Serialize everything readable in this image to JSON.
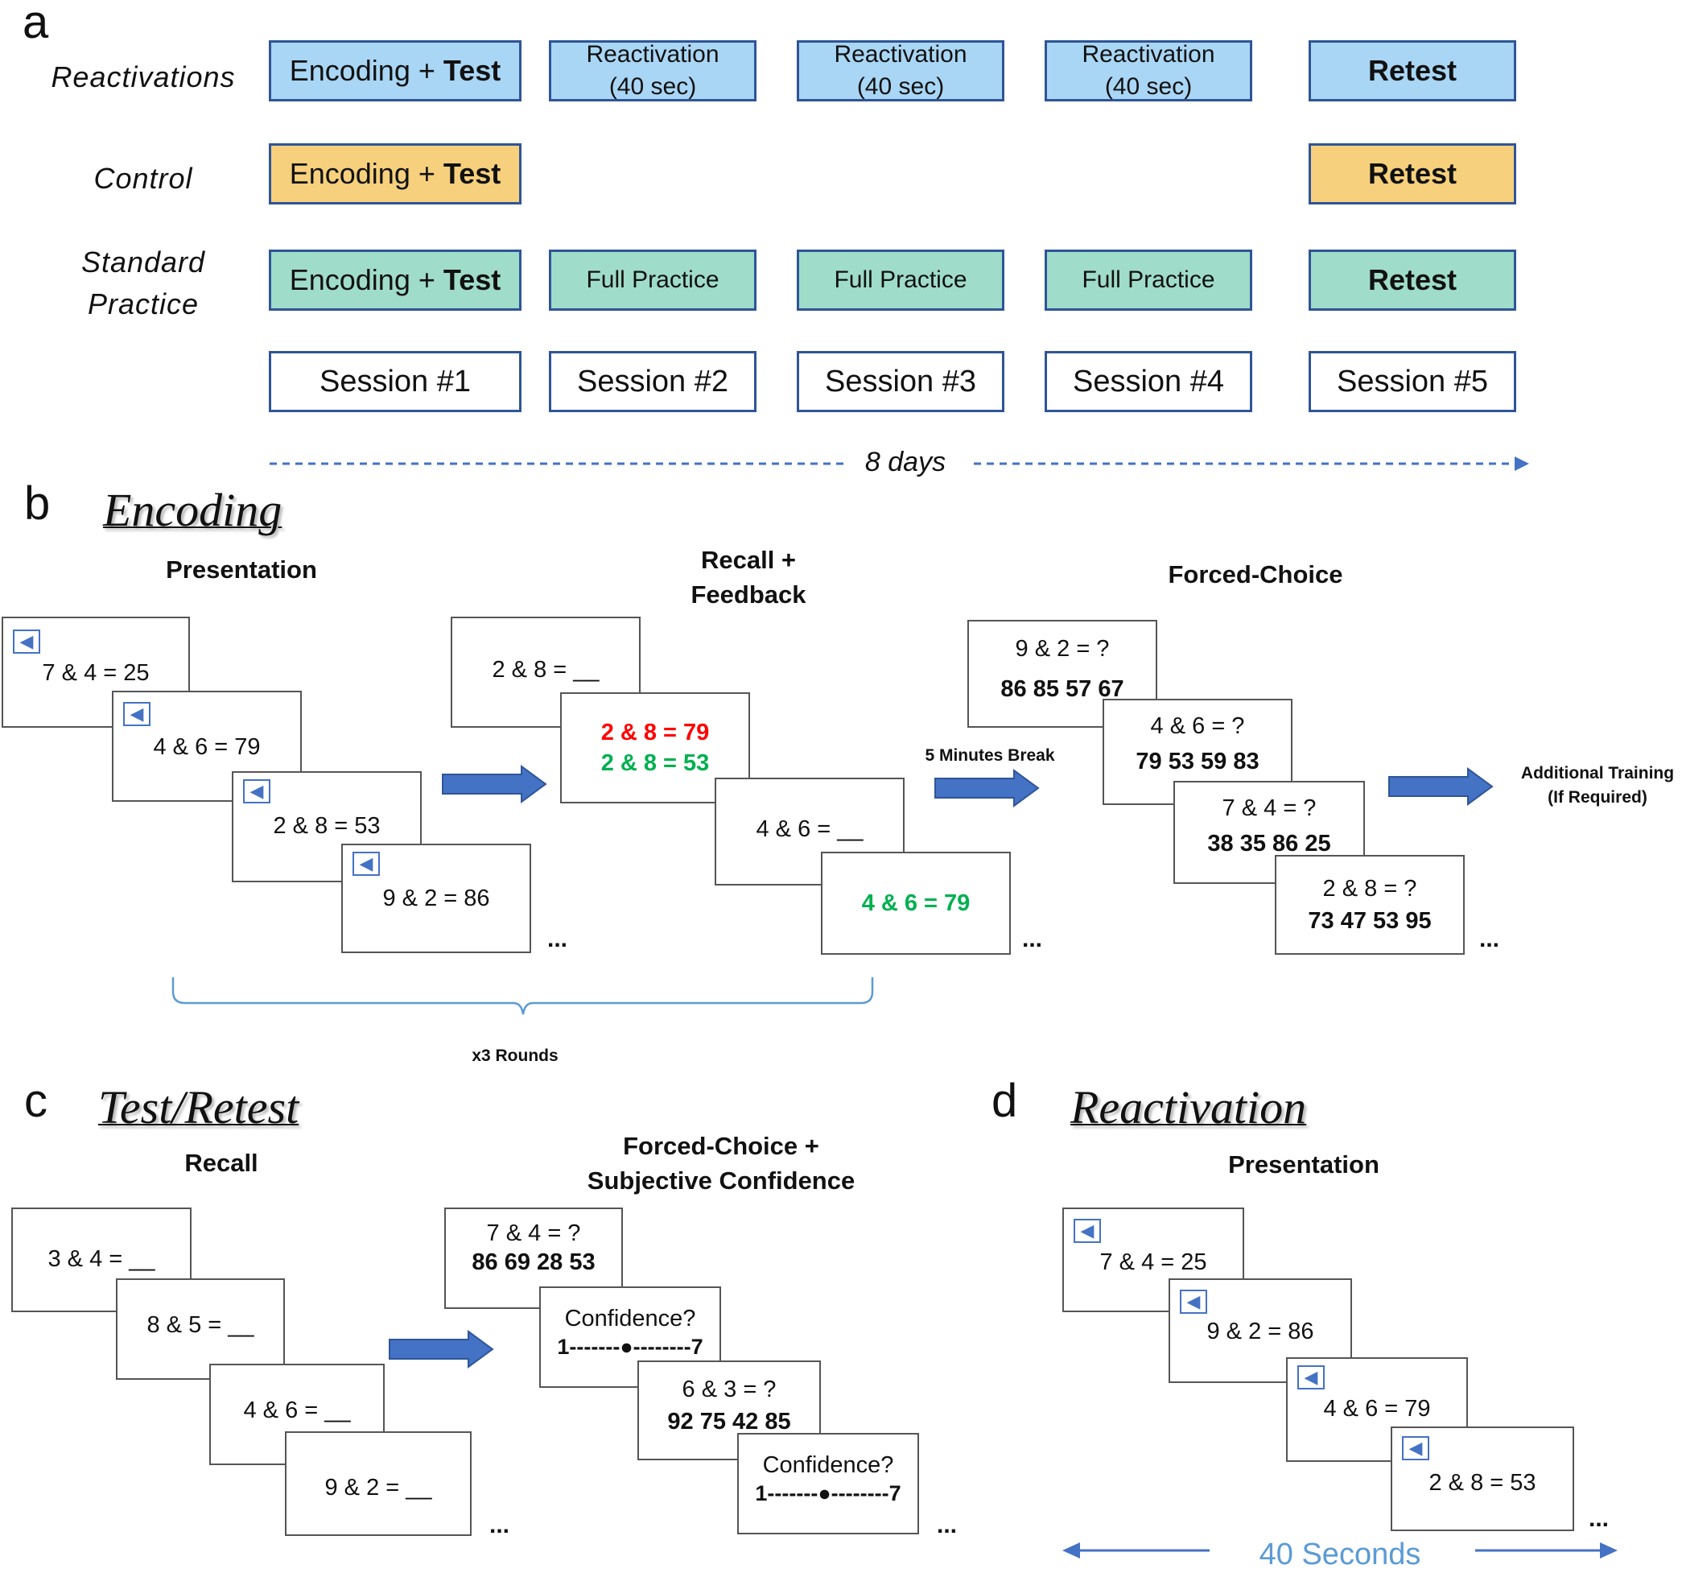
{
  "panel_a": {
    "letter": "a",
    "rows": [
      {
        "label_lines": [
          "Reactivations"
        ],
        "color": "#a9d6f5",
        "boxes": [
          {
            "lines": [
              [
                "Encoding + ",
                "Test"
              ]
            ]
          },
          {
            "lines": [
              [
                "Reactivation"
              ],
              [
                "(40 sec)"
              ]
            ]
          },
          {
            "lines": [
              [
                "Reactivation"
              ],
              [
                "(40 sec)"
              ]
            ]
          },
          {
            "lines": [
              [
                "Reactivation"
              ],
              [
                "(40 sec)"
              ]
            ]
          },
          {
            "lines": [
              [
                "",
                "Retest"
              ]
            ]
          }
        ]
      },
      {
        "label_lines": [
          "Control"
        ],
        "color": "#f6d07c",
        "boxes": [
          {
            "lines": [
              [
                "Encoding + ",
                "Test"
              ]
            ]
          },
          null,
          null,
          null,
          {
            "lines": [
              [
                "",
                "Retest"
              ]
            ]
          }
        ]
      },
      {
        "label_lines": [
          "Standard",
          "Practice"
        ],
        "color": "#9fdcc9",
        "boxes": [
          {
            "lines": [
              [
                "Encoding + ",
                "Test"
              ]
            ]
          },
          {
            "lines": [
              [
                "Full Practice"
              ]
            ]
          },
          {
            "lines": [
              [
                "Full Practice"
              ]
            ]
          },
          {
            "lines": [
              [
                "Full Practice"
              ]
            ]
          },
          {
            "lines": [
              [
                "",
                "Retest"
              ]
            ]
          }
        ]
      }
    ],
    "sessions": [
      "Session #1",
      "Session #2",
      "Session #3",
      "Session #4",
      "Session #5"
    ],
    "timeline_label": "8 days",
    "border_color": "#2f5597",
    "arrow_color": "#4472c4"
  },
  "panel_b": {
    "letter": "b",
    "title": "Encoding",
    "presentation_heading": "Presentation",
    "recall_heading_lines": [
      "Recall +",
      "Feedback"
    ],
    "forced_heading": "Forced-Choice",
    "presentation_cards": [
      "7 & 4 = 25",
      "4 & 6 = 79",
      "2 & 8 = 53",
      "9 & 2 = 86"
    ],
    "recall_cards": {
      "q1": "2 & 8 = __",
      "wrong": "2 & 8 = 79",
      "correct": "2 & 8 = 53",
      "q2": "4 & 6 = __",
      "correct2": "4 & 6 = 79"
    },
    "break_label": "5 Minutes Break",
    "forced_cards": [
      {
        "q": "9 & 2 = ?",
        "options": "86  85  57  67"
      },
      {
        "q": "4 & 6 = ?",
        "options": "79  53  59  83"
      },
      {
        "q": "7 & 4 = ?",
        "options": "38  35  86  25"
      },
      {
        "q": "2 & 8 = ?",
        "options": "73  47  53  95"
      }
    ],
    "additional_lines": [
      "Additional Training",
      "(If Required)"
    ],
    "rounds_label": "x3 Rounds",
    "ellipsis": "..."
  },
  "panel_c": {
    "letter": "c",
    "title": "Test/Retest",
    "recall_heading": "Recall",
    "forced_heading_lines": [
      "Forced-Choice +",
      "Subjective Confidence"
    ],
    "recall_cards": [
      "3 & 4 = __",
      "8 & 5 = __",
      "4 & 6 = __",
      "9 & 2 = __"
    ],
    "fc1": {
      "q": "7 & 4 = ?",
      "options": "86  69  28  53"
    },
    "conf_label": "Confidence?",
    "conf_scale": "1-------●--------7",
    "fc2": {
      "q": "6 & 3 = ?",
      "options": "92  75  42  85"
    }
  },
  "panel_d": {
    "letter": "d",
    "title": "Reactivation",
    "heading": "Presentation",
    "cards": [
      "7 & 4 = 25",
      "9 & 2 = 86",
      "4 & 6 = 79",
      "2 & 8 = 53"
    ],
    "duration_label": "40 Seconds",
    "label_color": "#5b9bd5"
  },
  "icons": {
    "speaker": "speaker-icon",
    "arrow": "block-arrow-right"
  }
}
